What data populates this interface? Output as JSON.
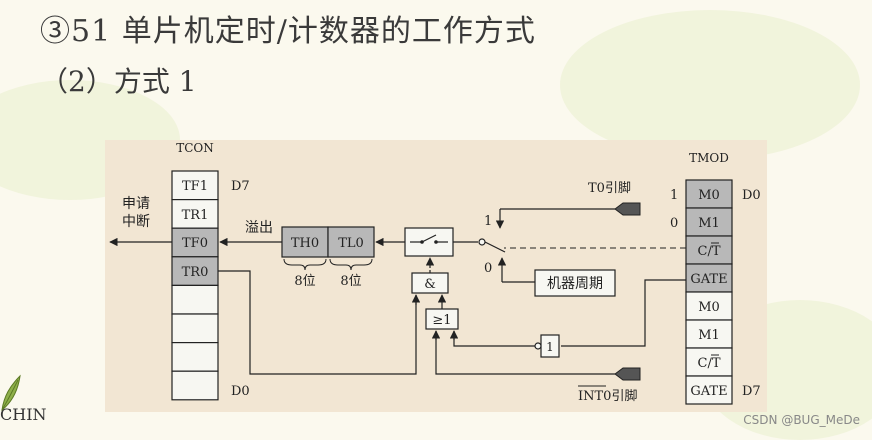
{
  "slide": {
    "title": "③51 单片机定时/计数器的工作方式",
    "subtitle": "（2）方式 1",
    "footer_left": "CHIN",
    "watermark": "CSDN @BUG_MeDe"
  },
  "diagram": {
    "tcon": {
      "title": "TCON",
      "rows": [
        "TF1",
        "TR1",
        "TF0",
        "TR0",
        "",
        "",
        "",
        ""
      ],
      "d7": "D7",
      "d0": "D0"
    },
    "interrupt_label_1": "申请",
    "interrupt_label_2": "中断",
    "overflow_label": "溢出",
    "th0": "TH0",
    "tl0": "TL0",
    "bits_th0": "8位",
    "bits_tl0": "8位",
    "t0_pin": "T0引脚",
    "machine_cycle": "机器周期",
    "switch_1": "1",
    "switch_0": "0",
    "and_gate": "&",
    "or_gate": "≥1",
    "not_gate": "1",
    "int0_pin": "INT0引脚",
    "tmod": {
      "title": "TMOD",
      "rows": [
        "M0",
        "M1",
        "C/T",
        "GATE",
        "M0",
        "M1",
        "C/T",
        "GATE"
      ],
      "d0": "D0",
      "d7": "D7",
      "row1_label": "1",
      "row0_label": "0"
    }
  }
}
